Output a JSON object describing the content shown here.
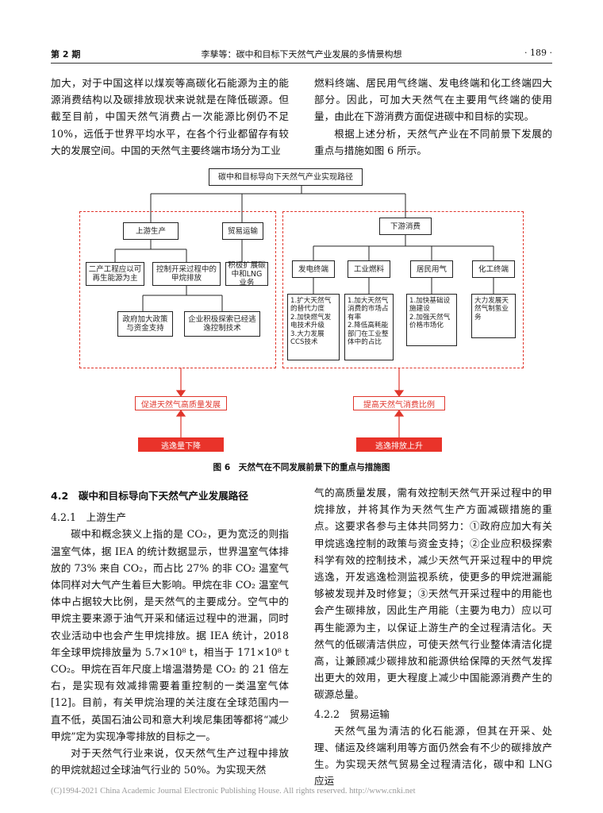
{
  "header": {
    "issue": "第 2 期",
    "running_title": "李孳等：碳中和目标下天然气产业发展的多情景构想",
    "page_number": "· 189 ·"
  },
  "top_left": {
    "text": "加大，对于中国这样以煤炭等高碳化石能源为主的能源消费结构以及碳排放现状来说就是在降低碳源。但截至目前，中国天然气消费占一次能源比例仍不足 10%，远低于世界平均水平，在各个行业都留存有较大的发展空间。中国的天然气主要终端市场分为工业"
  },
  "top_right": {
    "p1": "燃料终端、居民用气终端、发电终端和化工终端四大部分。因此，可加大天然气在主要用气终端的使用量，由此在下游消费方面促进碳中和目标的实现。",
    "p2": "根据上述分析，天然气产业在不同前景下发展的重点与措施如图 6 所示。"
  },
  "figure": {
    "top_box": "碳中和目标导向下天然气产业实现路径",
    "upstream": "上游生产",
    "trade": "贸易运输",
    "downstream": "下游消费",
    "up_child1": "二产工程应以可再生能源为主",
    "up_child2": "控制开采过程中的甲烷排放",
    "trade_child": "积极扩展碳中和LNG业务",
    "gov_box": "政府加大政策与资金支持",
    "ent_box": "企业积极探索已经逃逸控制技术",
    "ds1": "发电终端",
    "ds2": "工业燃料",
    "ds3": "居民用气",
    "ds4": "化工终端",
    "ds1_child": "1.扩大天然气的替代力度\n2.加快燃气发电技术升级\n3.大力发展CCS技术",
    "ds2_child": "1.加大天然气消费的市场占有率\n2.降低高耗能部门在工业整体中的占比",
    "ds3_child": "1.加快基础设施建设\n2.加强天然气价格市场化",
    "ds4_child": "大力发展天然气制氢业务",
    "left_goal": "促进天然气高质量发展",
    "right_goal": "提高天然气消费比例",
    "left_base": "逃逸量下降",
    "right_base": "逃逸排放上升",
    "caption": "图 6　天然气在不同发展前景下的重点与措施图"
  },
  "section": {
    "title": "4.2　碳中和目标导向下天然气产业发展路径",
    "sub1": "4.2.1　上游生产",
    "left_p1": "碳中和概念狭义上指的是 CO₂，更为宽泛的则指温室气体，据 IEA 的统计数据显示，世界温室气体排放的 73% 来自 CO₂，而占比 27% 的非 CO₂ 温室气体同样对大气产生着巨大影响。甲烷在非 CO₂ 温室气体中占据较大比例，是天然气的主要成分。空气中的甲烷主要来源于油气开采和储运过程中的泄漏，同时农业活动中也会产生甲烷排放。据 IEA 统计，2018 年全球甲烷排放量为 5.7×10⁸ t，相当于 171×10⁸ t CO₂。甲烷在百年尺度上增温潜势是 CO₂ 的 21 倍左右，是实现有效减排需要着重控制的一类温室气体 [12]。目前，有关甲烷治理的关注度在全球范围内一直不低，英国石油公司和意大利埃尼集团等都将“减少甲烷”定为实现净零排放的目标之一。",
    "left_p2": "对于天然气行业来说，仅天然气生产过程中排放的甲烷就超过全球油气行业的 50%。为实现天然",
    "right_p1": "气的高质量发展，需有效控制天然气开采过程中的甲烷排放，并将其作为天然气生产方面减碳措施的重点。这要求各参与主体共同努力：①政府应加大有关甲烷逃逸控制的政策与资金支持；②企业应积极探索科学有效的控制技术，减少天然气开采过程中的甲烷逃逸，开发逃逸检测监视系统，使更多的甲烷泄漏能够被发现并及时修复；③天然气开采过程中的用能也会产生碳排放，因此生产用能（主要为电力）应以可再生能源为主，以保证上游生产的全过程清洁化。天然气的低碳清洁供应，可使天然气行业整体清洁化提高，让兼顾减少碳排放和能源供给保障的天然气发挥出更大的效用，更大程度上减少中国能源消费产生的碳源总量。",
    "sub2": "4.2.2　贸易运输",
    "right_p2": "天然气虽为清洁的化石能源，但其在开采、处理、储运及终端利用等方面仍然会有不少的碳排放产生。为实现天然气贸易全过程清洁化，碳中和 LNG 应运"
  },
  "footer": {
    "copyright": "(C)1994-2021 China Academic Journal Electronic Publishing House. All rights reserved.    http://www.cnki.net"
  },
  "colors": {
    "accent_red": "#e9332a",
    "text": "#111111"
  }
}
